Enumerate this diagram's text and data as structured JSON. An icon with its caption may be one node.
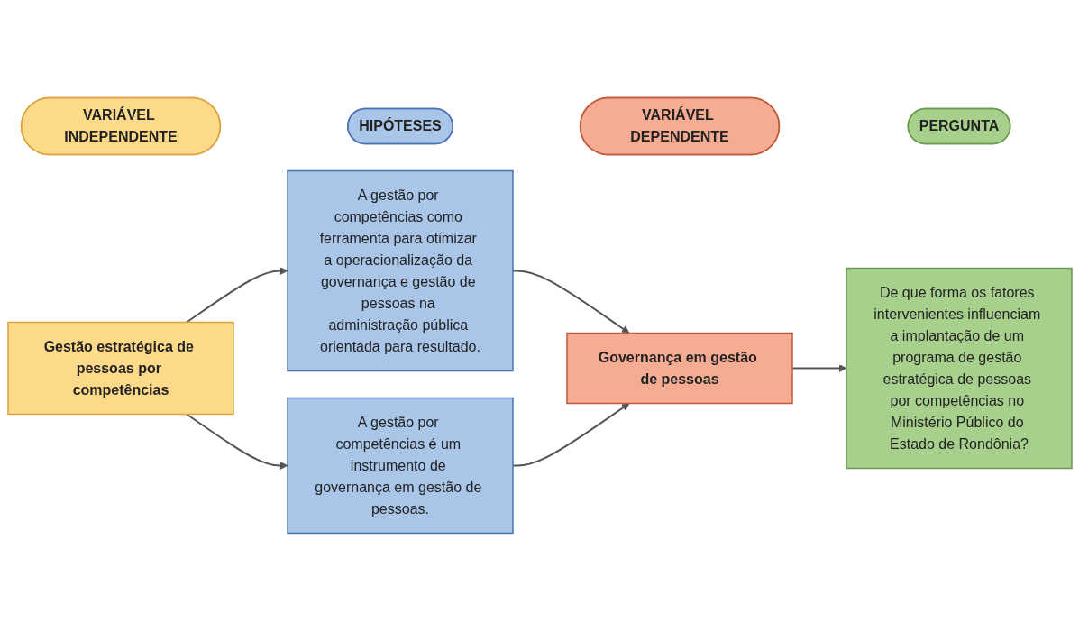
{
  "diagram": {
    "nodes": [
      {
        "text": [
          "VARIÁVEL INDEPENDENTE"
        ]
      },
      {
        "text": [
          "HIPÓTESES"
        ]
      },
      {
        "text": [
          "VARIÁVEL DEPENDENTE"
        ]
      },
      {
        "text": [
          "PERGUNTA"
        ]
      },
      {
        "text": [
          "Gestão estratégica de pessoas por competências"
        ]
      },
      {
        "text": [
          "A gestão por competências como ferramenta para otimizar a operacionalização da governança e gestão de pessoas na administração pública orientada para resultado."
        ]
      },
      {
        "text": [
          "A gestão por competências é um instrumento de governança em gestão de pessoas."
        ]
      },
      {
        "text": [
          "Governança em gestão de pessoas"
        ]
      },
      {
        "text": [
          "De que forma os fatores intervenientes influenciam a implantação de um programa de gestão estratégica de pessoas por competências no Ministério Público do Estado de Rondônia?"
        ]
      }
    ],
    "edges": [
      {
        "from": 4,
        "to": 5,
        "arrow": "to"
      },
      {
        "from": 4,
        "to": 6,
        "arrow": "to"
      },
      {
        "from": 5,
        "to": 7,
        "arrow": "to"
      },
      {
        "from": 6,
        "to": 7,
        "arrow": "to"
      },
      {
        "from": 7,
        "to": 8,
        "arrow": "to"
      }
    ]
  }
}
